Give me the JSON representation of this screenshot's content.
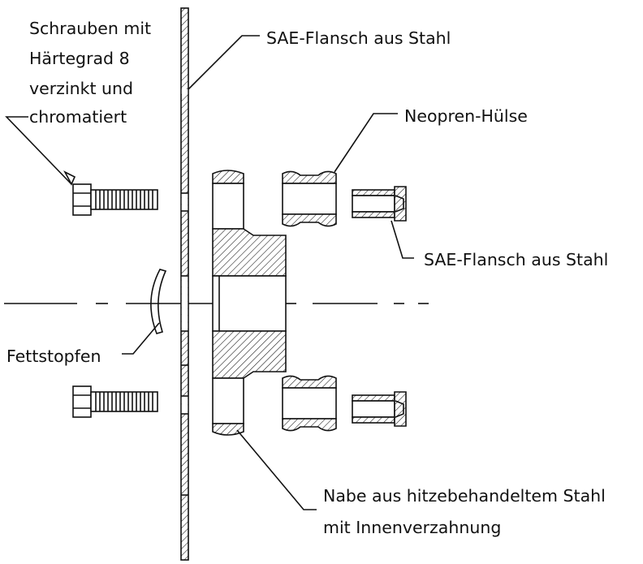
{
  "labels": {
    "bolts": [
      "Schrauben mit",
      "Härtegrad 8",
      "verzinkt und",
      "chromatiert"
    ],
    "flange_top": "SAE-Flansch aus Stahl",
    "sleeve": "Neopren-Hülse",
    "flange_right": "SAE-Flansch aus Stahl",
    "grease_plug": "Fettstopfen",
    "hub": [
      "Nabe aus hitzebehandeltem Stahl",
      "mit Innenverzahnung"
    ]
  },
  "colors": {
    "line": "#111111",
    "background": "#ffffff"
  }
}
